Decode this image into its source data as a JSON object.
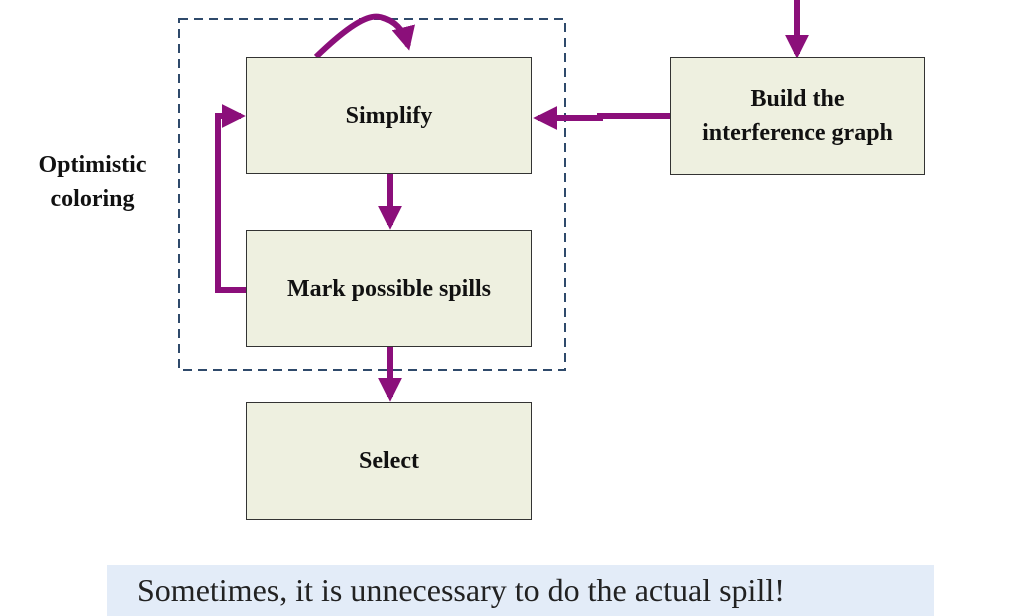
{
  "diagram": {
    "nodes": {
      "simplify": "Simplify",
      "mark_spills": "Mark possible spills",
      "select": "Select",
      "build_graph_line1": "Build the",
      "build_graph_line2": "interference graph"
    },
    "group_label": {
      "line1": "Optimistic",
      "line2": "coloring"
    },
    "edges": [
      {
        "from": "entry",
        "to": "build_graph"
      },
      {
        "from": "build_graph",
        "to": "simplify"
      },
      {
        "from": "simplify",
        "to": "simplify"
      },
      {
        "from": "simplify",
        "to": "mark_spills"
      },
      {
        "from": "mark_spills",
        "to": "simplify"
      },
      {
        "from": "mark_spills",
        "to": "select"
      }
    ],
    "note": "Sometimes, it is unnecessary to do the actual spill!"
  },
  "colors": {
    "arrow": "#8b0f7a",
    "box_fill": "#eef0e0",
    "box_border": "#333333",
    "group_border": "#2f4a6b",
    "note_fill": "#e3ecf8"
  }
}
